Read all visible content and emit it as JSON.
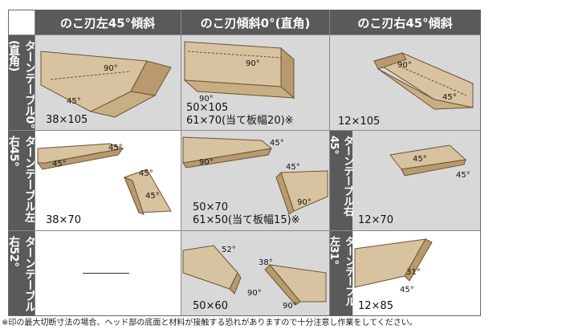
{
  "headers": [
    "のこ刃左45°傾斜",
    "のこ刃傾斜0°(直角)",
    "のこ刃右45°傾斜"
  ],
  "row_labels": [
    "ターンテーブル0°(直角)",
    "ターンテーブル左右45°",
    "ターンテーブル右52°"
  ],
  "inner_labels": [
    "ターンテーブル右45°",
    "ターンテーブル左31°"
  ],
  "cells": {
    "r1c1": {
      "size": "38×105",
      "angles": [
        "90°",
        "45°"
      ]
    },
    "r1c2": {
      "size1": "50×105",
      "size2": "61×70(当て板幅20)※",
      "angles": [
        "90°",
        "90°"
      ]
    },
    "r1c3": {
      "size": "12×105",
      "angles": [
        "90°",
        "45°"
      ]
    },
    "r2c1": {
      "size": "38×70",
      "angles": [
        "45°",
        "45°",
        "45°",
        "45°"
      ]
    },
    "r2c2": {
      "size1": "50×70",
      "size2": "61×50(当て板幅15)※",
      "angles": [
        "45°",
        "90°",
        "45°",
        "90°"
      ]
    },
    "r2c3": {
      "size": "12×70",
      "angles": [
        "45°",
        "45°"
      ]
    },
    "r3c2": {
      "size": "50×60",
      "angles": [
        "52°",
        "90°",
        "38°",
        "90°"
      ]
    },
    "r3c3": {
      "size": "12×85",
      "angles": [
        "31°",
        "45°"
      ]
    }
  },
  "note": "※印の最大切断寸法の場合、ヘッド部の底面と材料が接触する恐れがありますので十分注意し作業をしてください。",
  "colors": {
    "header": "#5a5a5a",
    "wood": "#d8c3a0",
    "wood_dark": "#b89a6e",
    "cell_gray": "#d8d8d8"
  }
}
